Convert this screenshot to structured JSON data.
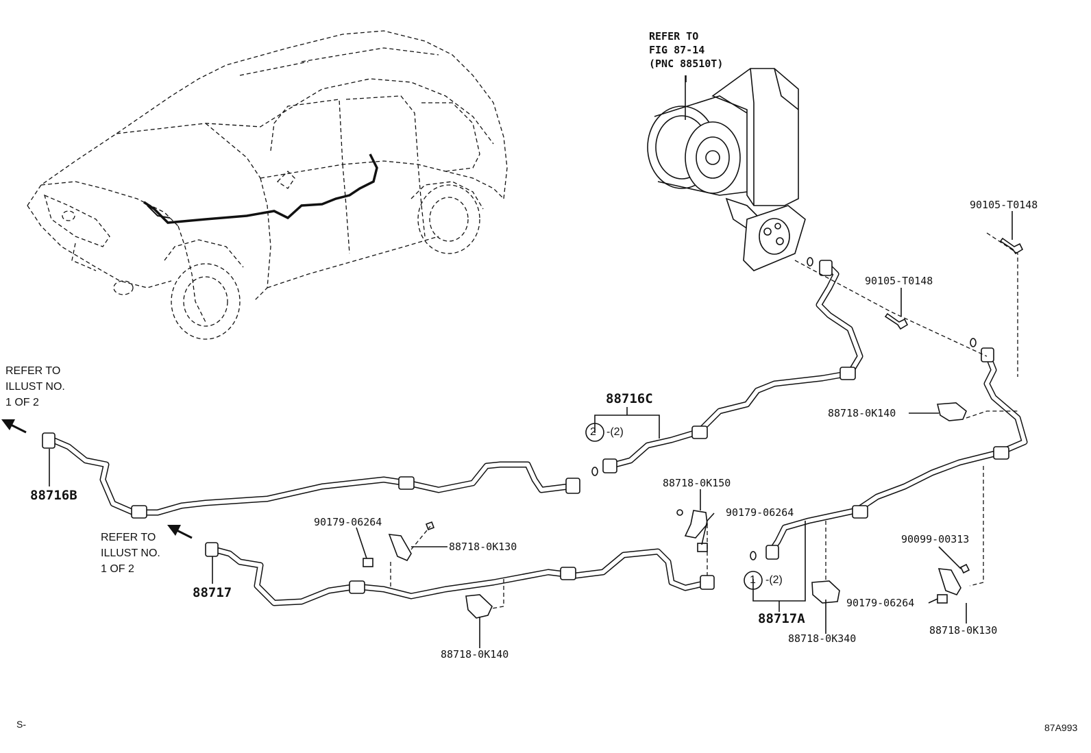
{
  "labels": {
    "blower_ref": "REFER TO\nFIG 87-14\n(PNC 88510T)",
    "refer_top": "REFER TO\nILLUST NO.\n1 OF 2",
    "refer_bottom": "REFER TO\nILLUST NO.\n1 OF 2",
    "p88716C": "88716C",
    "p88716B": "88716B",
    "p88717": "88717",
    "p88717A": "88717A",
    "p90105_a": "90105-T0148",
    "p90105_b": "90105-T0148",
    "p88718_0K140_right": "88718-0K140",
    "p88718_0K150": "88718-0K150",
    "p90179_mid": "90179-06264",
    "p90179_left": "90179-06264",
    "p90179_right": "90179-06264",
    "p88718_0K130_left": "88718-0K130",
    "p88718_0K130_right": "88718-0K130",
    "p88718_0K140_bottom": "88718-0K140",
    "p88718_0K340": "88718-0K340",
    "p90099": "90099-00313",
    "qty_c": "-(2)",
    "qty_a": "-(2)",
    "circ_2": "2",
    "circ_1": "1",
    "corner_left": "S-",
    "corner_right": "87A993"
  },
  "colors": {
    "ink": "#111111",
    "background": "#ffffff"
  }
}
